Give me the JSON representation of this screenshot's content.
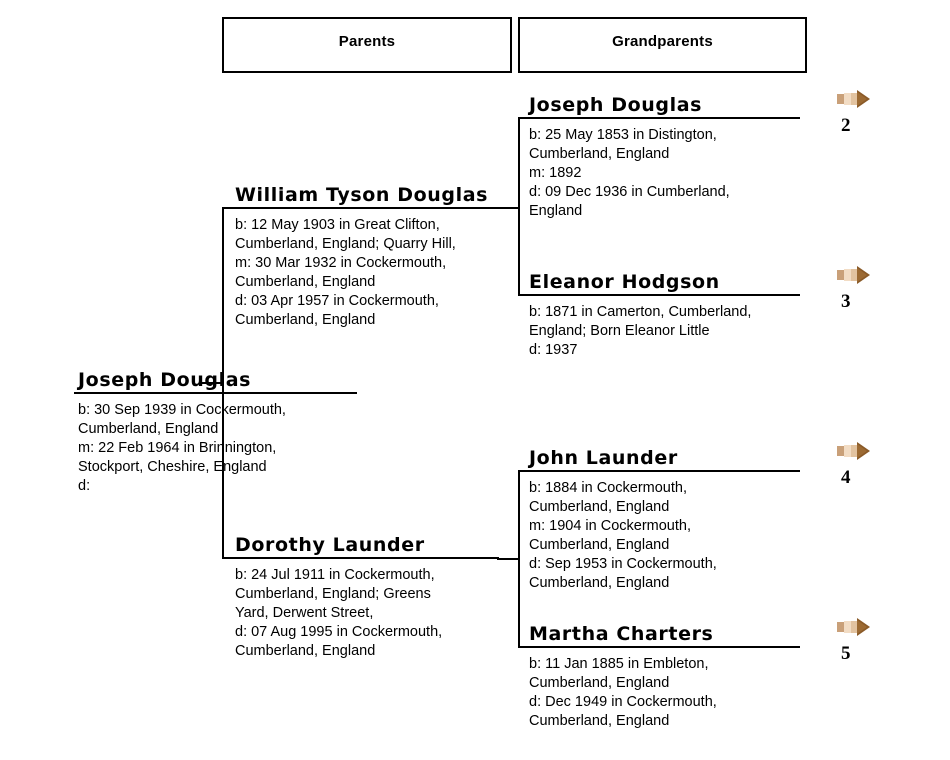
{
  "columns": [
    {
      "label": "Parents"
    },
    {
      "label": "Grandparents"
    }
  ],
  "people": {
    "root": {
      "name": "Joseph Douglas",
      "details": "b: 30 Sep 1939 in Cockermouth,\nCumberland, England\nm: 22 Feb 1964 in Brinnington,\nStockport, Cheshire, England\nd:"
    },
    "father": {
      "name": "William Tyson Douglas",
      "details": "b: 12 May 1903 in Great Clifton,\nCumberland, England; Quarry Hill,\nm: 30 Mar 1932 in Cockermouth,\nCumberland, England\nd: 03 Apr 1957 in Cockermouth,\nCumberland, England"
    },
    "mother": {
      "name": "Dorothy Launder",
      "details": "b: 24 Jul 1911 in Cockermouth,\nCumberland, England; Greens\nYard, Derwent Street,\nd: 07 Aug 1995 in Cockermouth,\nCumberland, England"
    },
    "paternal_grandfather": {
      "name": "Joseph Douglas",
      "details": "b: 25 May 1853 in Distington,\nCumberland, England\nm: 1892\nd: 09 Dec 1936 in Cumberland,\nEngland"
    },
    "paternal_grandmother": {
      "name": "Eleanor Hodgson",
      "details": "b: 1871 in Camerton, Cumberland,\nEngland; Born Eleanor Little\nd: 1937"
    },
    "maternal_grandfather": {
      "name": "John Launder",
      "details": "b: 1884 in Cockermouth,\nCumberland, England\nm: 1904 in Cockermouth,\nCumberland, England\nd: Sep 1953 in Cockermouth,\nCumberland, England"
    },
    "maternal_grandmother": {
      "name": "Martha Charters",
      "details": "b: 11 Jan 1885 in Embleton,\nCumberland, England\nd: Dec 1949 in Cockermouth,\nCumberland, England"
    }
  },
  "references": [
    {
      "number": "2",
      "icon": "right-arrow-icon"
    },
    {
      "number": "3",
      "icon": "right-arrow-icon"
    },
    {
      "number": "4",
      "icon": "right-arrow-icon"
    },
    {
      "number": "5",
      "icon": "right-arrow-icon"
    }
  ],
  "colors": {
    "line": "#000000",
    "text": "#000000",
    "background": "#ffffff",
    "arrow_head": "#8a5a28",
    "arrow_tail_light": "#f0d9c0",
    "arrow_tail_mid": "#d6b78e",
    "arrow_highlight": "#e8c7a8"
  }
}
